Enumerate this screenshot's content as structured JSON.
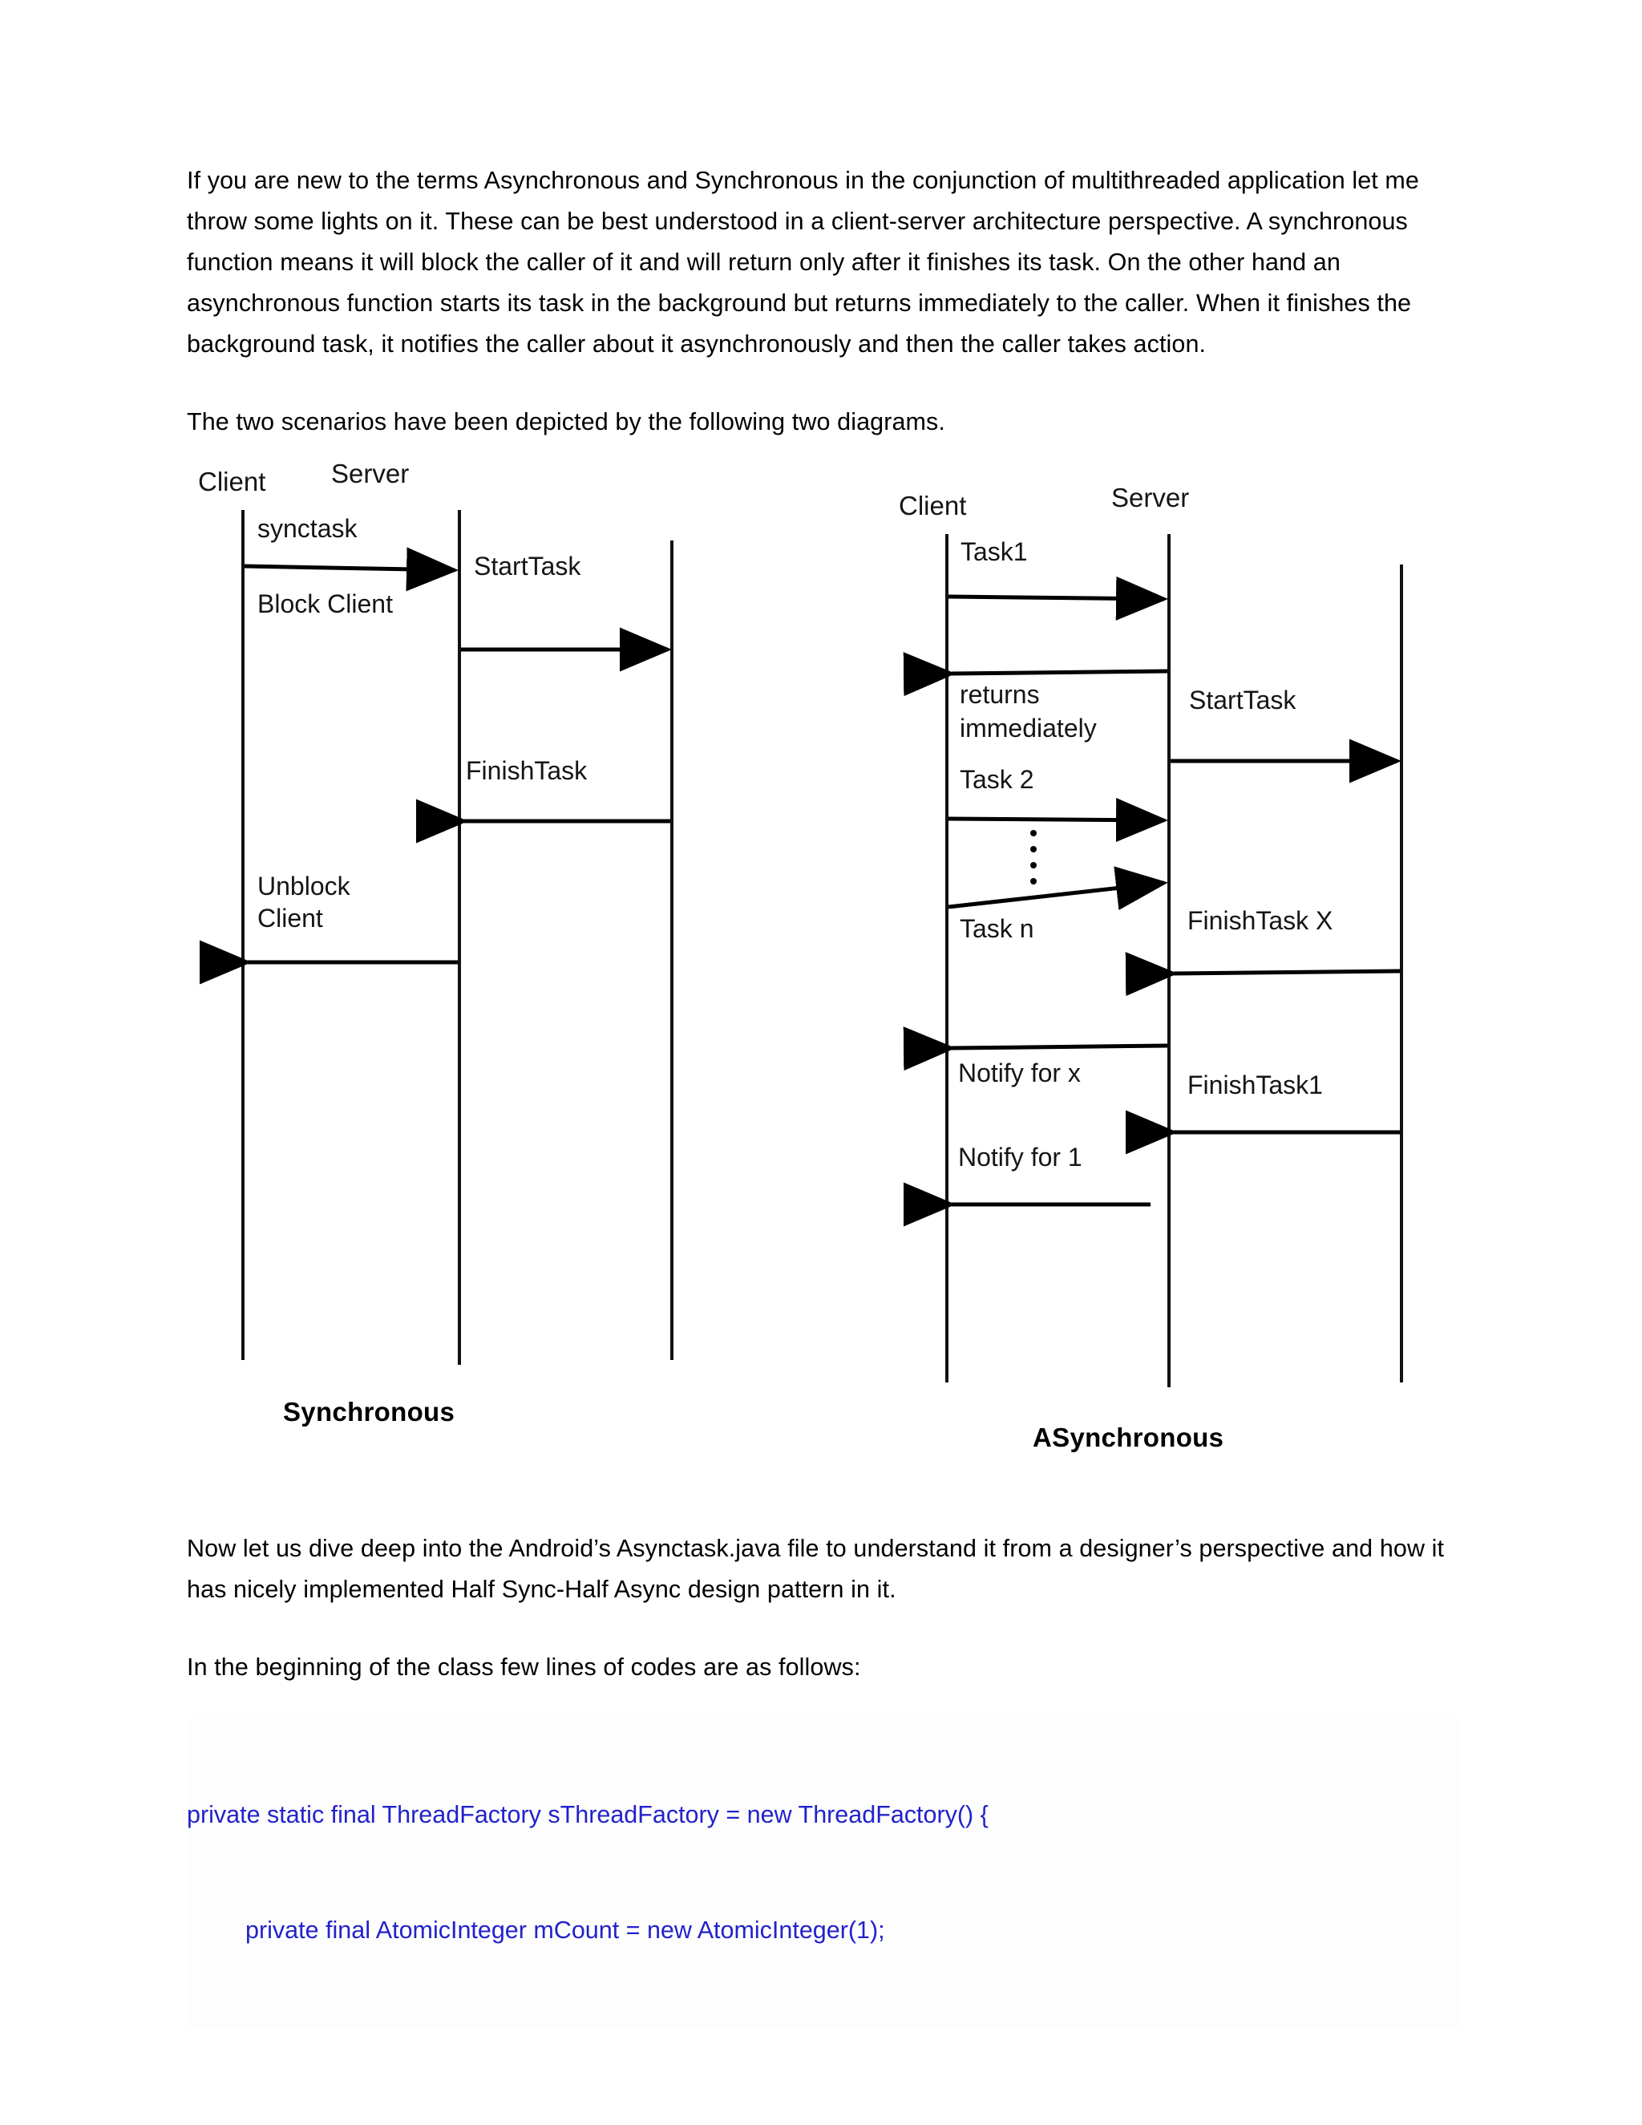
{
  "document": {
    "paragraph_1": "If you are new to the terms Asynchronous and Synchronous in the conjunction of multithreaded application let me throw some lights on it. These can be best understood in a client-server architecture perspective. A synchronous function means it will block the caller of it and will return only after it finishes its task. On the other hand an asynchronous function starts its task in the background but returns immediately to the caller. When it finishes the background task, it notifies the caller about it asynchronously and then the caller takes action.",
    "paragraph_2": "The two scenarios have been depicted by the following two diagrams.",
    "paragraph_3": "Now let us dive deep into the Android’s Asynctask.java file to understand it from a designer’s perspective and how it has nicely implemented Half Sync-Half Async design pattern in it.",
    "paragraph_4": "In the beginning of the class few lines of codes are as follows:"
  },
  "code": {
    "color": "#2222cc",
    "line_1": "private static final ThreadFactory sThreadFactory = new ThreadFactory() {",
    "line_2": "private final AtomicInteger mCount = new AtomicInteger(1);"
  },
  "diagrams": {
    "synchronous": {
      "caption": "Synchronous",
      "lifelines": [
        {
          "name": "client",
          "label": "Client"
        },
        {
          "name": "server",
          "label": "Server"
        },
        {
          "name": "worker",
          "label": ""
        }
      ],
      "messages": [
        {
          "name": "synctask",
          "label": "synctask",
          "from": "client",
          "to": "server",
          "direction": "right"
        },
        {
          "name": "block-client",
          "label": "Block Client",
          "from": "client",
          "to": "client",
          "direction": "none"
        },
        {
          "name": "start-task",
          "label": "StartTask",
          "from": "server",
          "to": "worker",
          "direction": "right"
        },
        {
          "name": "finish-task",
          "label": "FinishTask",
          "from": "worker",
          "to": "server",
          "direction": "left"
        },
        {
          "name": "unblock-client",
          "label": "Unblock Client",
          "from": "server",
          "to": "client",
          "direction": "left"
        }
      ]
    },
    "asynchronous": {
      "caption": "ASynchronous",
      "lifelines": [
        {
          "name": "client",
          "label": "Client"
        },
        {
          "name": "server",
          "label": "Server"
        },
        {
          "name": "worker",
          "label": ""
        }
      ],
      "messages": [
        {
          "name": "task1",
          "label": "Task1",
          "from": "client",
          "to": "server",
          "direction": "right"
        },
        {
          "name": "returns-immediately",
          "label": "returns\nimmediately",
          "label_line_1": "returns",
          "label_line_2": "immediately",
          "from": "server",
          "to": "client",
          "direction": "left"
        },
        {
          "name": "start-task",
          "label": "StartTask",
          "from": "server",
          "to": "worker",
          "direction": "right"
        },
        {
          "name": "task2",
          "label": "Task 2",
          "from": "client",
          "to": "server",
          "direction": "right"
        },
        {
          "name": "task-n",
          "label": "Task n",
          "from": "client",
          "to": "server",
          "direction": "right"
        },
        {
          "name": "finish-task-x",
          "label": "FinishTask X",
          "from": "worker",
          "to": "server",
          "direction": "left"
        },
        {
          "name": "notify-for-x",
          "label": "Notify for x",
          "from": "server",
          "to": "client",
          "direction": "left"
        },
        {
          "name": "finish-task-1",
          "label": "FinishTask1",
          "from": "worker",
          "to": "server",
          "direction": "left"
        },
        {
          "name": "notify-for-1",
          "label": "Notify for 1",
          "from": "server",
          "to": "client",
          "direction": "left"
        }
      ]
    }
  }
}
